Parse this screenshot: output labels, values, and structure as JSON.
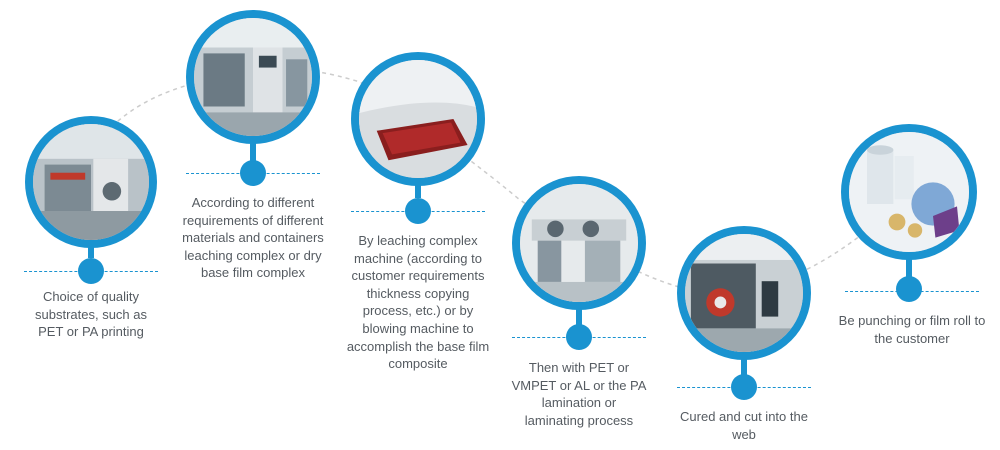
{
  "steps": [
    {
      "description": "Choice of quality substrates, such as PET or PA printing",
      "icon": "printing-press-photo"
    },
    {
      "description": "According to different requirements of different materials and containers leaching complex or dry base film complex",
      "icon": "laminating-machine-photo"
    },
    {
      "description": "By leaching complex machine (according to customer requirements thickness copying process, etc.) or by blowing machine to accomplish the base film composite",
      "icon": "film-tray-photo"
    },
    {
      "description": "Then with PET or VMPET or AL or the PA lamination or laminating process",
      "icon": "lamination-line-photo"
    },
    {
      "description": "Cured and cut into the web",
      "icon": "slitting-machine-photo"
    },
    {
      "description": "Be punching or film roll to the customer",
      "icon": "film-rolls-photo"
    }
  ],
  "colors": {
    "accent": "#1a93d0",
    "text": "#555b61",
    "connector": "#cccccc"
  }
}
